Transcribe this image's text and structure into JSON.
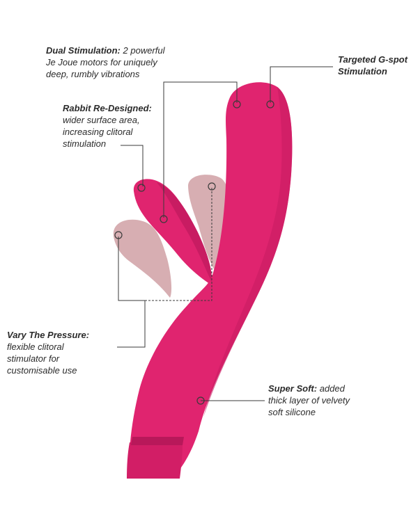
{
  "callouts": {
    "dual": {
      "title": "Dual Stimulation:",
      "lines": [
        "2 powerful",
        "Je Joue motors for uniquely",
        "deep, rumbly vibrations"
      ]
    },
    "gspot": {
      "lines": [
        "Targeted G-spot",
        "Stimulation"
      ]
    },
    "rabbit": {
      "title": "Rabbit Re-Designed:",
      "lines": [
        "wider surface area,",
        "increasing clitoral",
        "stimulation"
      ]
    },
    "vary": {
      "title": "Vary The Pressure:",
      "lines": [
        "flexible clitoral",
        "stimulator for",
        "customisable use"
      ]
    },
    "soft": {
      "title": "Super Soft:",
      "lines": [
        "added",
        "thick layer of velvety",
        "soft silicone"
      ]
    }
  },
  "colors": {
    "product": "#e0246f",
    "product_dark": "#b8185a",
    "ghost": "#d7aeb2",
    "line": "#3a3a3a"
  }
}
